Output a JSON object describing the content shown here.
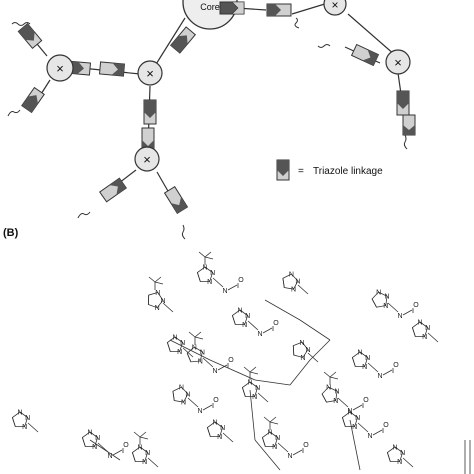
{
  "panel_a": {
    "core_label": "Core",
    "node_symbol": "×",
    "legend": {
      "symbol": "=",
      "text": "Triazole linkage"
    }
  },
  "panel_b": {
    "label": "(B)",
    "atom_n": "N",
    "atom_o": "O"
  },
  "colors": {
    "line": "#333333",
    "node_fill": "#e6e6e6",
    "dark_segment": "#555555",
    "light_segment": "#d0d0d0"
  }
}
